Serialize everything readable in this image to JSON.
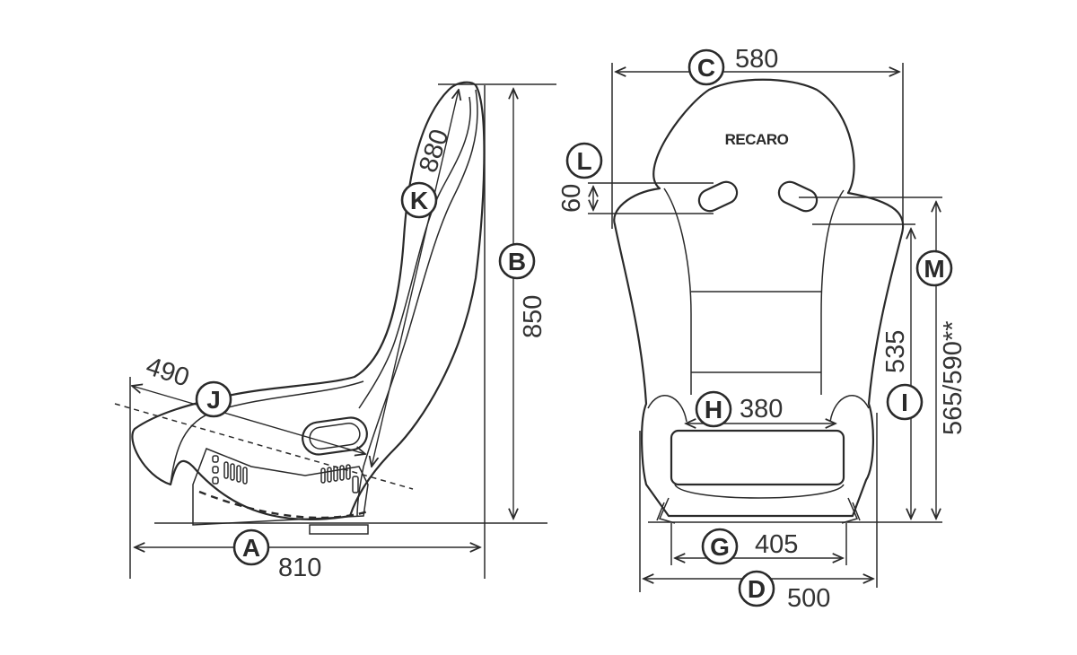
{
  "brand": "RECARO",
  "dimensions": {
    "A": {
      "letter": "A",
      "value": "810"
    },
    "B": {
      "letter": "B",
      "value": "850"
    },
    "C": {
      "letter": "C",
      "value": "580"
    },
    "D": {
      "letter": "D",
      "value": "500"
    },
    "G": {
      "letter": "G",
      "value": "405"
    },
    "H": {
      "letter": "H",
      "value": "380"
    },
    "I": {
      "letter": "I",
      "value": "535"
    },
    "J": {
      "letter": "J",
      "value": "490"
    },
    "K": {
      "letter": "K",
      "value": "880"
    },
    "L": {
      "letter": "L",
      "value": "60"
    },
    "M": {
      "letter": "M",
      "value": "565/590**"
    }
  }
}
